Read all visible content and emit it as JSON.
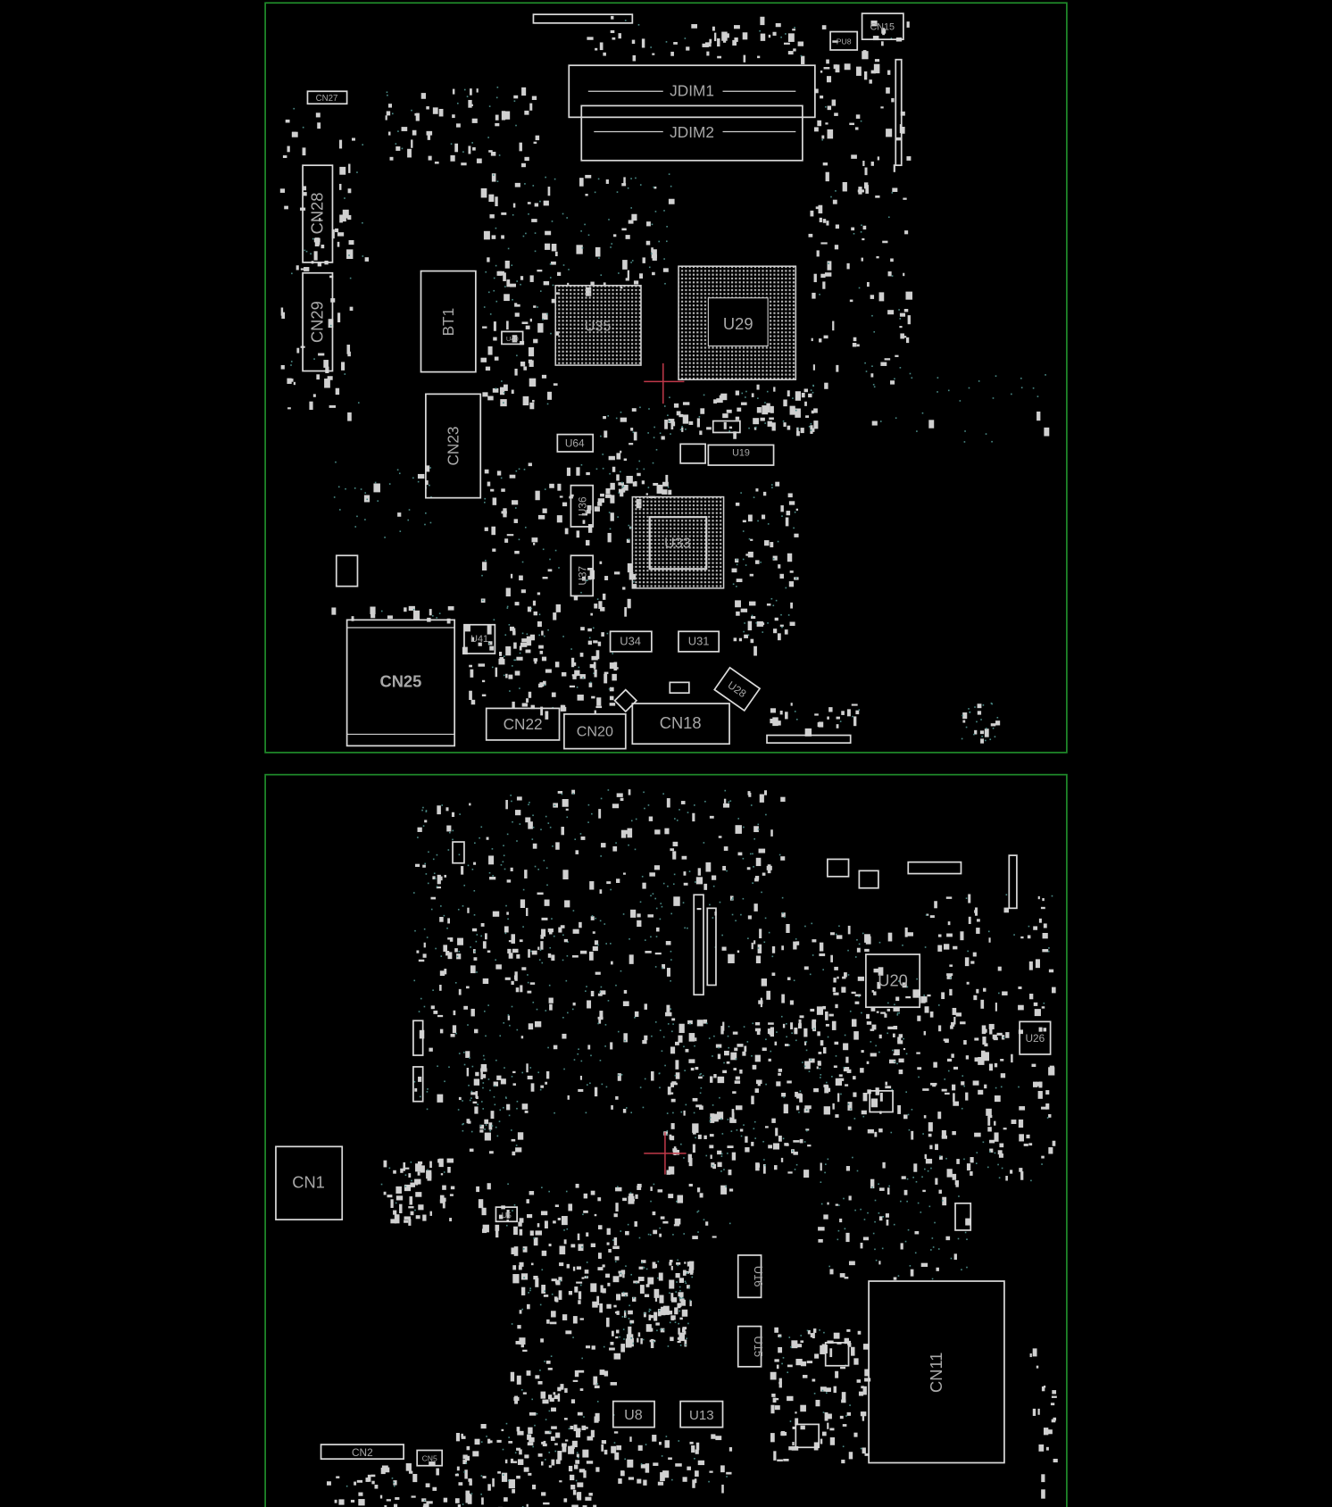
{
  "viewer": {
    "accent_board_outline": "#1f8a2a",
    "cursor_color": "#c0394a",
    "part_outline_color": "#d9d9d9",
    "top_side": {
      "labels": {
        "cn15": "CN15",
        "pu8": "PU8",
        "jdim1": "JDIM1",
        "jdim2": "JDIM2",
        "cn27": "CN27",
        "cn28": "CN28",
        "cn29": "CN29",
        "bt1": "BT1",
        "u35": "U35",
        "u29": "U29",
        "cn23": "CN23",
        "u64": "U64",
        "u40": "U40",
        "u19": "U19",
        "u36": "U36",
        "u33": "U33",
        "u37": "U37",
        "cn25": "CN25",
        "u41": "U41",
        "u34": "U34",
        "u31": "U31",
        "u28": "U28",
        "cn22": "CN22",
        "cn20": "CN20",
        "cn18": "CN18"
      }
    },
    "bottom_side": {
      "labels": {
        "u20": "U20",
        "u26": "U26",
        "cn1": "CN1",
        "u5": "U5",
        "cn11": "CN11",
        "u16": "U16",
        "u15": "U15",
        "u8": "U8",
        "u13": "U13",
        "cn2": "CN2",
        "cn5": "CN5"
      }
    }
  }
}
